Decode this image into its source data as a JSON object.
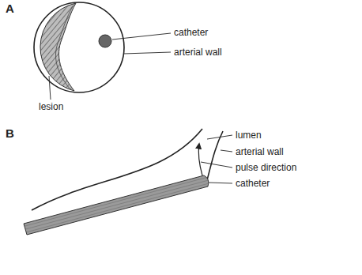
{
  "diagram": {
    "labels": [
      "A",
      "catheter",
      "arterial wall",
      "lesion",
      "B",
      "lumen",
      "arterial wall",
      "pulse direction",
      "catheter"
    ]
  }
}
